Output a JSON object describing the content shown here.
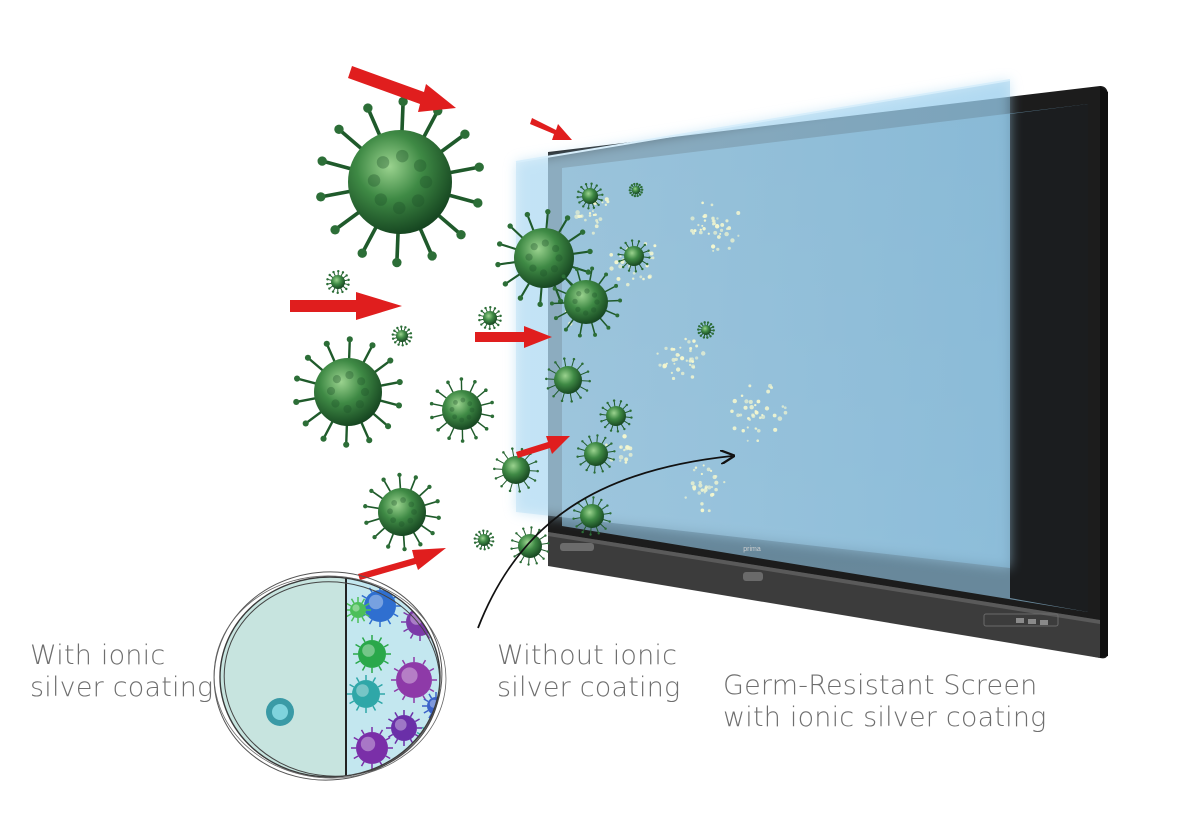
{
  "display": {
    "brand_label": "prima"
  },
  "captions": {
    "with_coating": [
      "With ionic",
      "silver coating"
    ],
    "without_coating": [
      "Without ionic",
      "silver coating"
    ],
    "screen": [
      "Germ-Resistant Screen",
      "with ionic silver coating"
    ]
  },
  "colors": {
    "virus_green": "#2e7d3a",
    "arrow_red": "#e01e1e",
    "coating_blue": "#9fd1ee",
    "screen_panel": "#5f8296",
    "bezel": "#1c1c1c",
    "caption_text": "#6e6e6e"
  }
}
